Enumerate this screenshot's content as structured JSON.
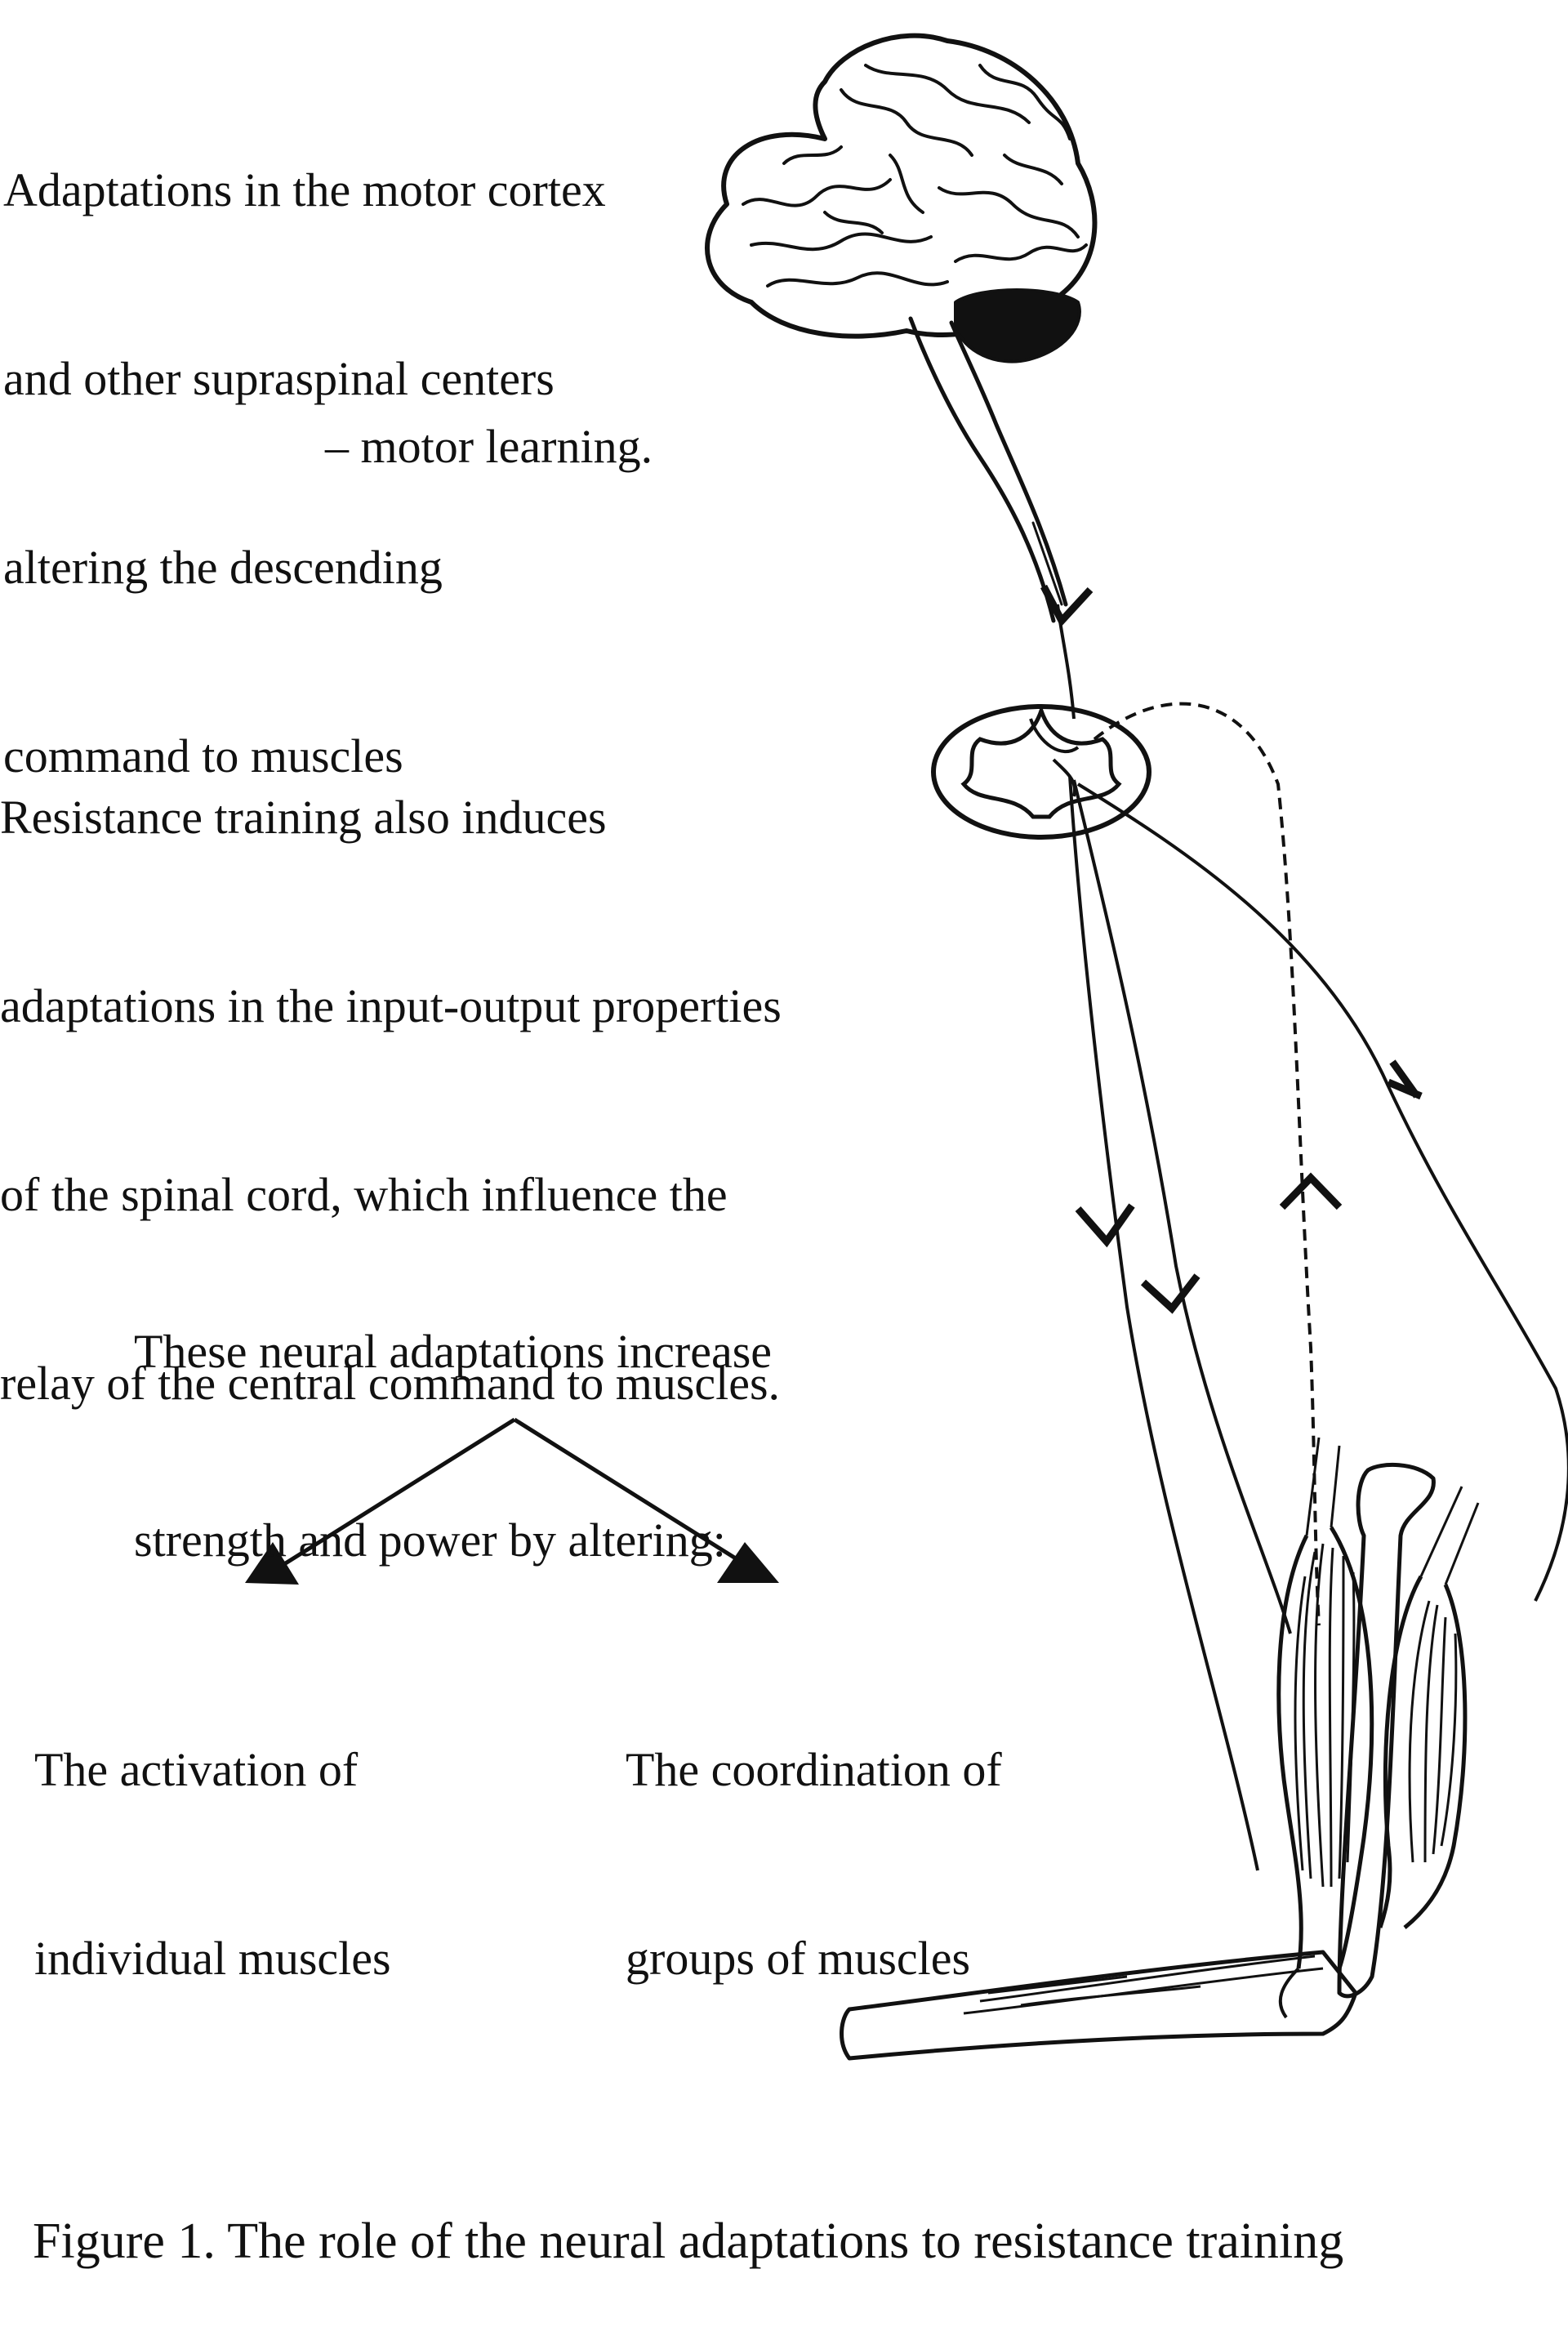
{
  "diagram": {
    "colors": {
      "ink": "#111111",
      "background": "#ffffff"
    },
    "labels": {
      "cortex": [
        "Adaptations in the motor cortex",
        "and other supraspinal centers",
        "altering the descending",
        "command to muscles"
      ],
      "motor_learning": "– motor learning.",
      "spinal": [
        "Resistance training also induces",
        "adaptations in the input-output properties",
        "of the spinal cord, which influence the",
        "relay of the central command to muscles."
      ],
      "neural": [
        "These neural adaptations increase",
        "strength and power by altering:"
      ],
      "activation": [
        "The activation of",
        "individual muscles"
      ],
      "coordination": [
        "The coordination of",
        "groups of muscles"
      ],
      "caption": "Figure 1. The role of the neural adaptations to resistance training"
    },
    "icons": [
      "brain-icon",
      "spinal-cord-section-icon",
      "arm-muscles-icon"
    ]
  }
}
